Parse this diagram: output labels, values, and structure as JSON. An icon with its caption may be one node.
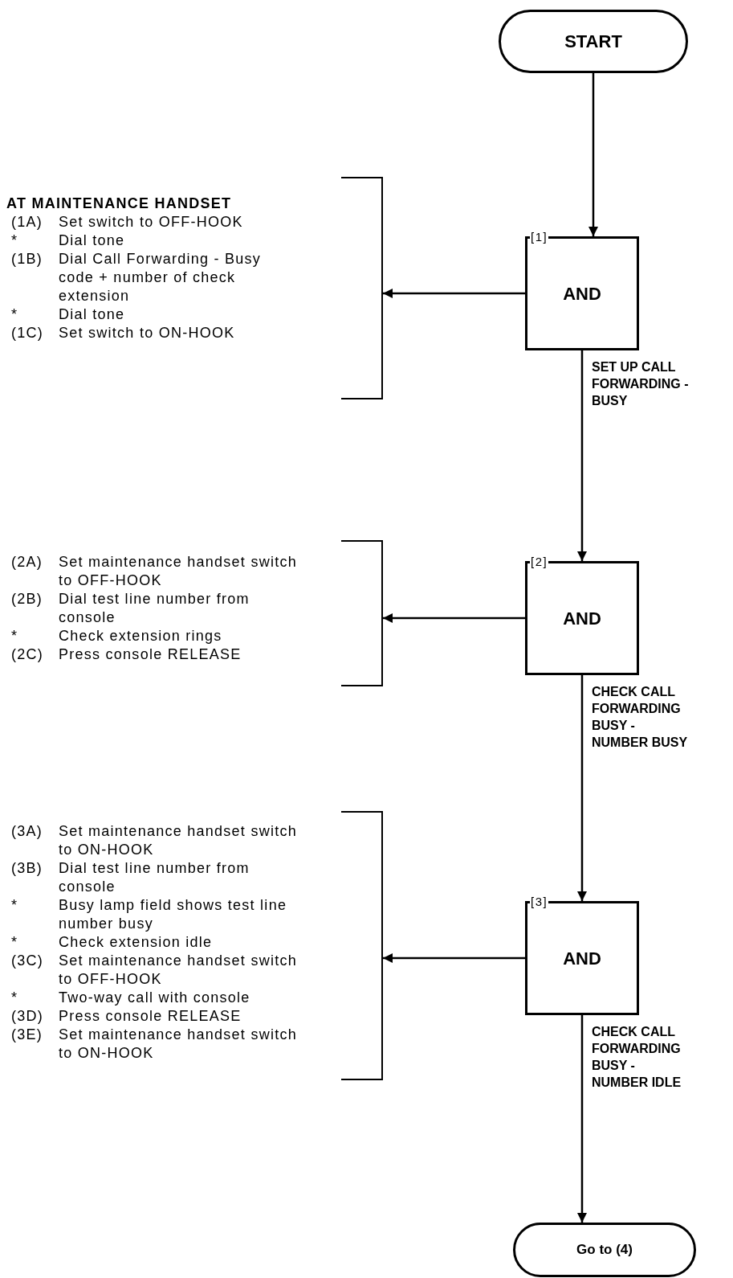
{
  "diagram": {
    "nodes": [
      {
        "text": [
          "START"
        ]
      },
      {
        "text": [
          "AT MAINTENANCE HANDSET",
          "(1A)",
          "Set switch to OFF-HOOK",
          "*",
          "Dial tone",
          "(1B)",
          "Dial Call Forwarding - Busy code + number of check extension",
          "*",
          "Dial tone",
          "(1C)",
          "Set switch to ON-HOOK"
        ]
      },
      {
        "text": [
          "[1]",
          "AND"
        ],
        "beside": [
          "SET UP CALL FORWARDING - BUSY"
        ]
      },
      {
        "text": [
          "(2A)",
          "Set maintenance handset switch to OFF-HOOK",
          "(2B)",
          "Dial test line number from console",
          "*",
          "Check extension rings",
          "(2C)",
          "Press console RELEASE"
        ]
      },
      {
        "text": [
          "[2]",
          "AND"
        ],
        "beside": [
          "CHECK CALL FORWARDING BUSY - NUMBER BUSY"
        ]
      },
      {
        "text": [
          "(3A)",
          "Set maintenance handset switch to ON-HOOK",
          "(3B)",
          "Dial test line number from console",
          "*",
          "Busy lamp field shows test line number busy",
          "*",
          "Check extension idle",
          "(3C)",
          "Set maintenance handset switch to OFF-HOOK",
          "*",
          "Two-way call with console",
          "(3D)",
          "Press console RELEASE",
          "(3E)",
          "Set maintenance handset switch to ON-HOOK"
        ]
      },
      {
        "text": [
          "[3]",
          "AND"
        ],
        "beside": [
          "CHECK CALL FORWARDING BUSY - NUMBER IDLE"
        ]
      },
      {
        "text": [
          "Go to (4)"
        ]
      }
    ],
    "edges": [
      {
        "from": 0,
        "to": 2,
        "arrow": "to"
      },
      {
        "from": 2,
        "to": 1,
        "arrow": "to"
      },
      {
        "from": 2,
        "to": 4,
        "arrow": "to"
      },
      {
        "from": 4,
        "to": 3,
        "arrow": "to"
      },
      {
        "from": 4,
        "to": 6,
        "arrow": "to"
      },
      {
        "from": 6,
        "to": 5,
        "arrow": "to"
      },
      {
        "from": 6,
        "to": 7,
        "arrow": "to"
      }
    ]
  }
}
